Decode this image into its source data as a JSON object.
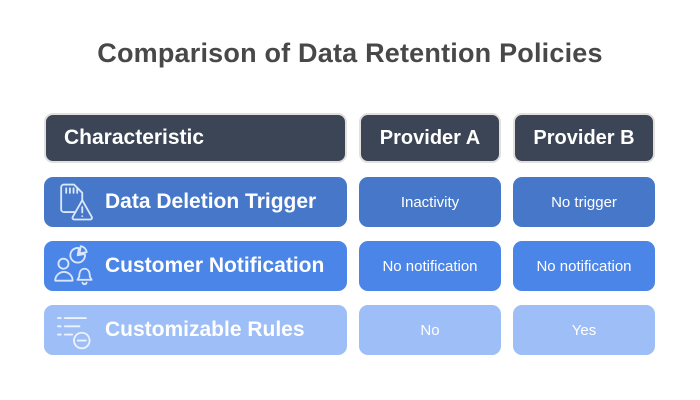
{
  "title": "Comparison of Data Retention Policies",
  "colors": {
    "header_bg": "#3b4556",
    "row1_bg": "#4777c8",
    "row2_bg": "#4b85e8",
    "row3_bg": "#9dbef7",
    "title_color": "#484848",
    "header_border": "#e2e0dd",
    "cell_text": "#ffffff"
  },
  "table": {
    "headers": [
      {
        "label": "Characteristic"
      },
      {
        "label": "Provider A"
      },
      {
        "label": "Provider B"
      }
    ],
    "rows": [
      {
        "icon": "sd-card-warning-icon",
        "characteristic": "Data Deletion Trigger",
        "provider_a": "Inactivity",
        "provider_b": "No trigger"
      },
      {
        "icon": "user-pie-bell-icon",
        "characteristic": "Customer Notification",
        "provider_a": "No notification",
        "provider_b": "No notification"
      },
      {
        "icon": "list-minus-icon",
        "characteristic": "Customizable Rules",
        "provider_a": "No",
        "provider_b": "Yes"
      }
    ]
  }
}
